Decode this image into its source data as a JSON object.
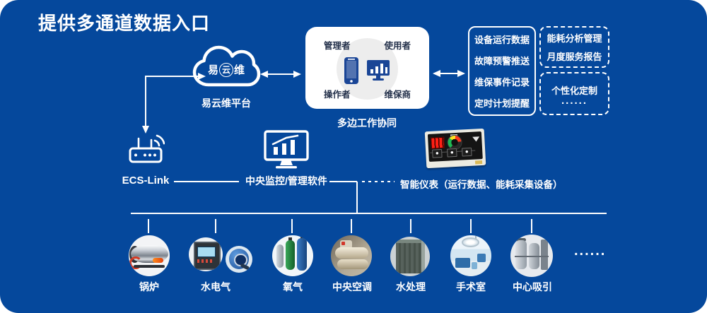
{
  "title": "提供多通道数据入口",
  "colors": {
    "background": "#05489c",
    "line": "#ffffff",
    "panel_text": "#23304a",
    "icon_navy": "#1a4596"
  },
  "cloud": {
    "logo_parts": [
      "易",
      "云",
      "维"
    ],
    "label": "易云维平台"
  },
  "collab": {
    "roles": [
      "管理者",
      "使用者",
      "操作者",
      "维保商"
    ],
    "caption": "多边工作协同"
  },
  "features": {
    "box1": {
      "lines": [
        "设备运行数据",
        "故障预警推送",
        "维保事件记录",
        "定时计划提醒"
      ]
    },
    "box2": {
      "lines": [
        "能耗分析管理",
        "月度服务报告"
      ]
    },
    "box3": {
      "lines": [
        "个性化定制",
        "......"
      ]
    }
  },
  "gateway": {
    "label": "ECS-Link"
  },
  "central": {
    "label": "中央监控/管理软件"
  },
  "meter": {
    "label": "智能仪表（运行数据、能耗采集设备）"
  },
  "devices": {
    "items": [
      {
        "label": "锅炉"
      },
      {
        "label": "水电气"
      },
      {
        "label": "氧气"
      },
      {
        "label": "中央空调"
      },
      {
        "label": "水处理"
      },
      {
        "label": "手术室"
      },
      {
        "label": "中心吸引"
      }
    ],
    "ellipsis": "......"
  }
}
